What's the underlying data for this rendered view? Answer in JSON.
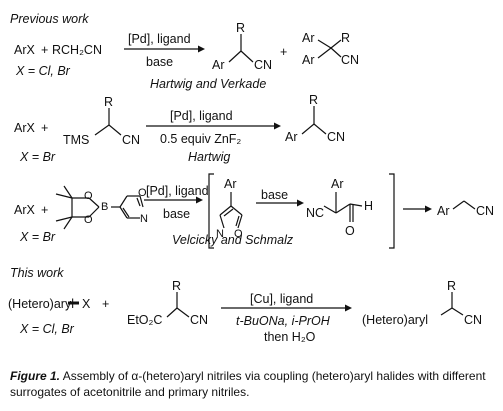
{
  "section1": {
    "header": "Previous work",
    "reactant1": "ArX",
    "plus1": "+",
    "reactant2": "RCH₂CN",
    "x_def": "X = Cl, Br",
    "cond_top": "[Pd], ligand",
    "cond_bottom": "base",
    "plus2": "+",
    "authors": "Hartwig and Verkade",
    "labels": {
      "Ar": "Ar",
      "R": "R",
      "CN": "CN"
    }
  },
  "section2": {
    "reactant1": "ArX",
    "plus": "+",
    "tms": "TMS",
    "x_def": "X = Br",
    "cond_top": "[Pd], ligand",
    "cond_bottom": "0.5 equiv ZnF₂",
    "authors": "Hartwig"
  },
  "section3": {
    "reactant1": "ArX",
    "plus": "+",
    "x_def": "X = Br",
    "cond_top": "[Pd], ligand",
    "cond_bottom": "base",
    "base_label": "base",
    "authors": "Velcicky and Schmalz",
    "labels": {
      "B": "B",
      "O": "O",
      "N": "N",
      "NC": "NC",
      "H": "H"
    }
  },
  "section4": {
    "header": "This work",
    "reactant1": "(Hetero)aryl",
    "x": "X",
    "plus": "+",
    "x_def": "X = Cl, Br",
    "ester": "EtO₂C",
    "cond_top": "[Cu], ligand",
    "cond_mid": "t-BuONa, i-PrOH",
    "cond_bottom": "then H₂O",
    "product": "(Hetero)aryl"
  },
  "caption": {
    "label": "Figure 1.",
    "text": "Assembly of α-(hetero)aryl nitriles via coupling (hetero)aryl halides with different surrogates of acetonitrile and primary nitriles."
  }
}
